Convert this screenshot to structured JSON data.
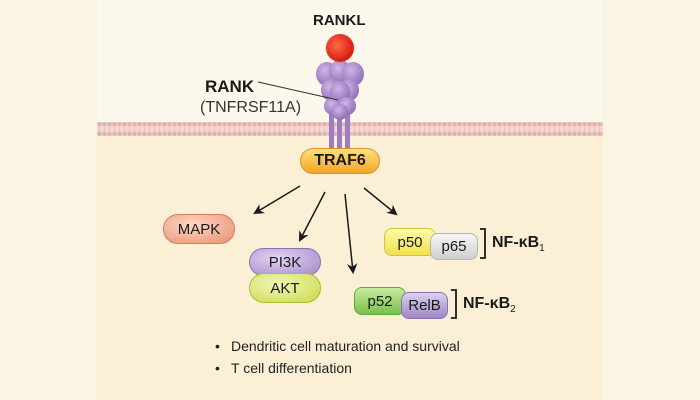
{
  "ligand": {
    "name": "RANKL"
  },
  "receptor": {
    "name": "RANK",
    "alias": "(TNFRSF11A)"
  },
  "adaptor": {
    "name": "TRAF6"
  },
  "nodes": {
    "mapk": "MAPK",
    "pi3k": "PI3K",
    "akt": "AKT",
    "p50": "p50",
    "p65": "p65",
    "p52": "p52",
    "relb": "RelB"
  },
  "complexes": {
    "nfkb1": {
      "base": "NF-κB",
      "sub": "1"
    },
    "nfkb2": {
      "base": "NF-κB",
      "sub": "2"
    }
  },
  "outcomes": [
    "Dendritic cell maturation and survival",
    "T cell differentiation"
  ],
  "colors": {
    "background": "#f9f4e4",
    "ligand": "#e8241c",
    "receptor": "#a98ccb",
    "traf6": "#f6b62c",
    "mapk": "#f0a88c",
    "pi3k": "#b79bd4",
    "akt": "#d9e86a",
    "p50": "#f4ea60",
    "p65": "#dcdcdc",
    "p52": "#8ccf62",
    "relb": "#a58fc8"
  },
  "icons": [
    "rankl-ligand-icon",
    "rank-receptor-icon",
    "membrane-icon",
    "arrow-icon",
    "bracket-icon"
  ]
}
